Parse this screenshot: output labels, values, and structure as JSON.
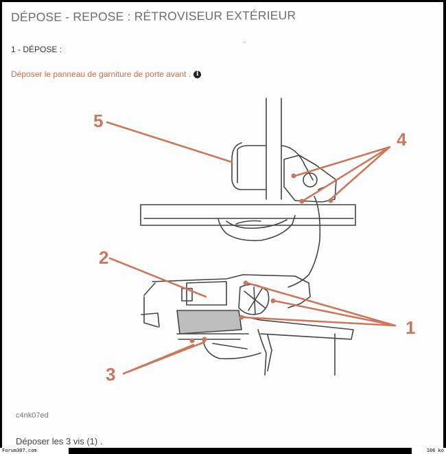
{
  "document": {
    "title": "DÉPOSE - REPOSE : RÉTROVISEUR EXTÉRIEUR",
    "section": "1 - DÉPOSE :",
    "instruction": "Déposer le panneau de garniture de porte avant .",
    "info_icon": "info-icon",
    "stray_mark": "\"",
    "figure_reference": "c4nk07ed",
    "footer_instruction": "Déposer les 3 vis (1) ."
  },
  "diagram": {
    "callouts": [
      "5",
      "4",
      "2",
      "1",
      "3"
    ],
    "callout_color": "#c8785b"
  },
  "watermark": {
    "site": "Forum307.com",
    "size": "106 ko"
  }
}
